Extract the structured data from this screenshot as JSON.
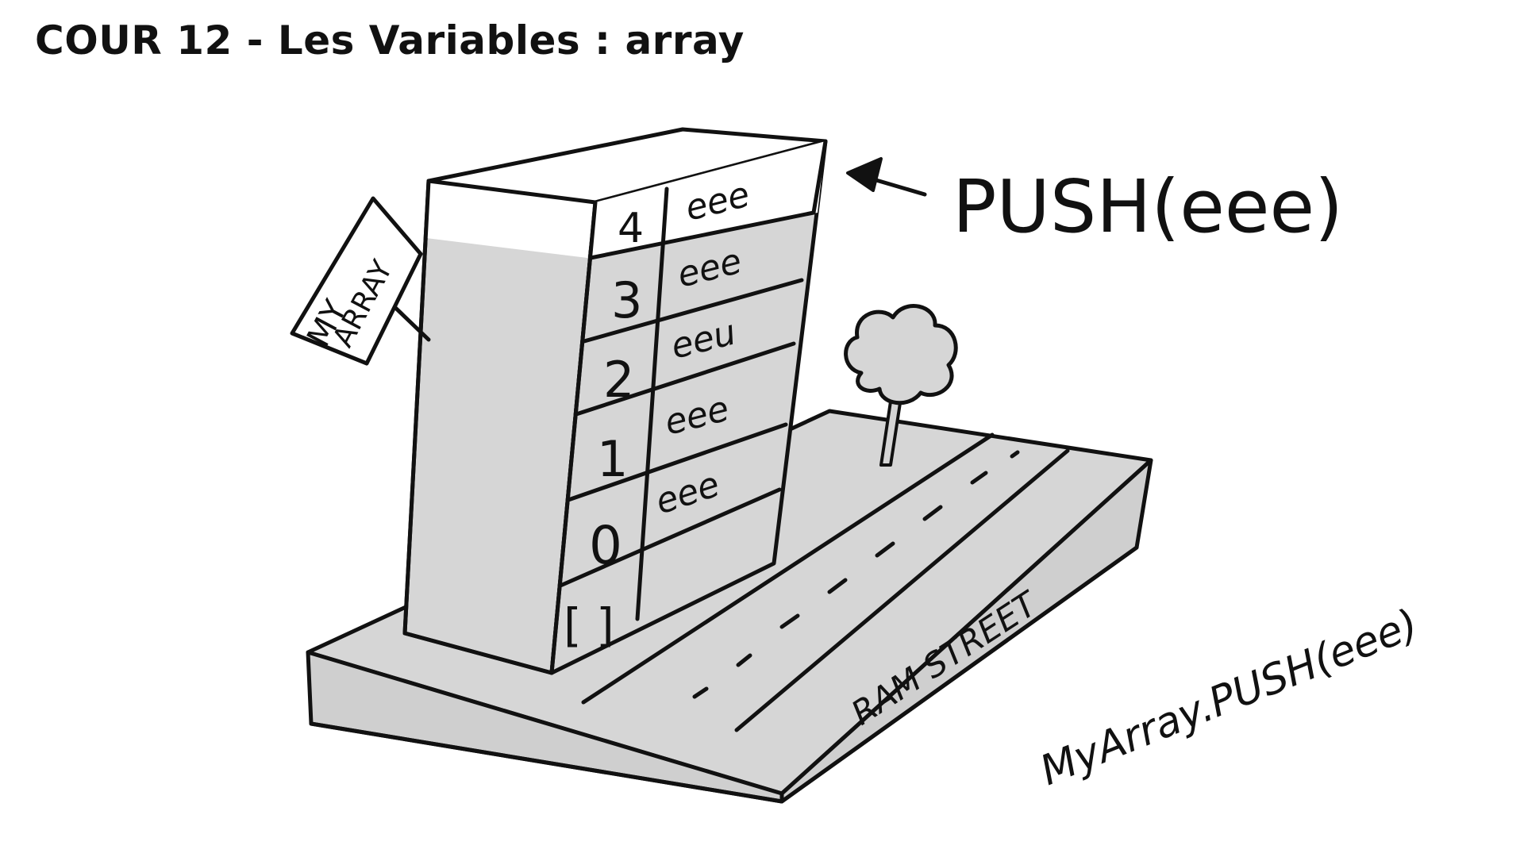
{
  "title": "COUR 12 - Les Variables : array",
  "building": {
    "sign": [
      "MY",
      "ARRAY"
    ],
    "rows": [
      {
        "index": "4",
        "value": "eee"
      },
      {
        "index": "3",
        "value": "eee"
      },
      {
        "index": "2",
        "value": "eeu"
      },
      {
        "index": "1",
        "value": "eee"
      },
      {
        "index": "0",
        "value": "eee"
      }
    ],
    "base_label": "[ ]"
  },
  "push_label": "PUSH(eee)",
  "street_label": "RAM STREET",
  "code_note": "MyArray.PUSH(eee)",
  "colors": {
    "ink": "#111111",
    "fill_gray": "#d6d6d6",
    "paper": "#ffffff"
  }
}
